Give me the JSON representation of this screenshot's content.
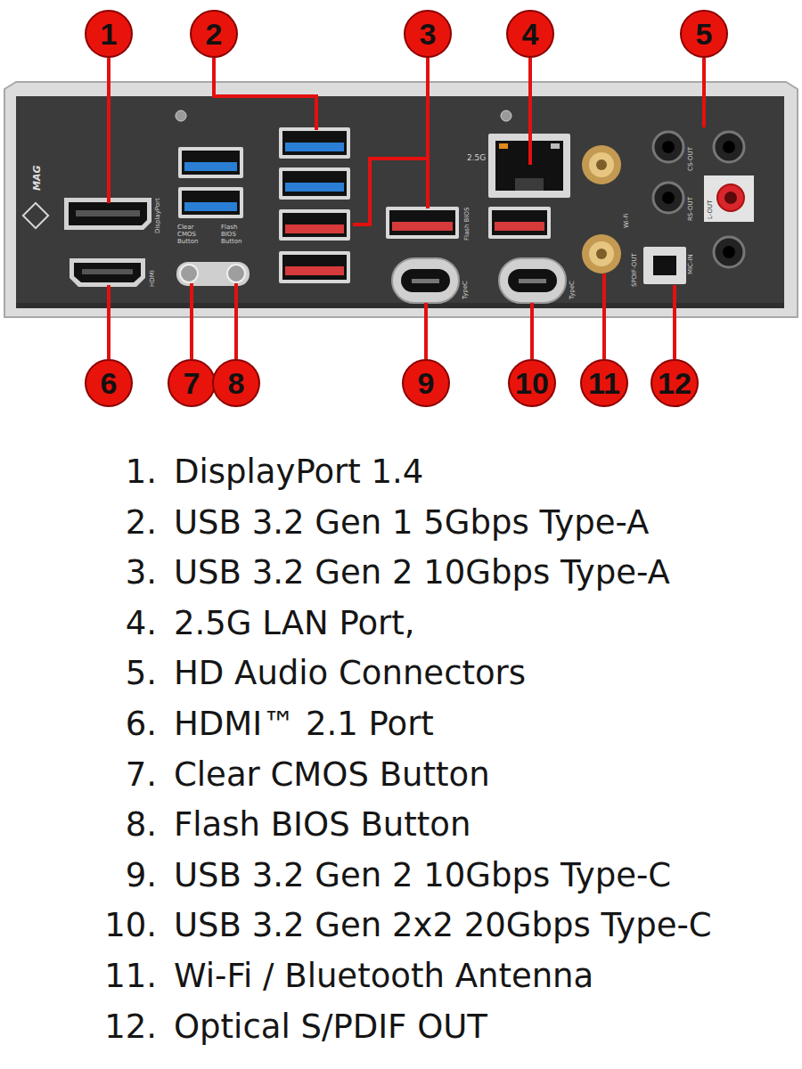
{
  "diagram": {
    "nodes": [
      {
        "text": [
          "1"
        ]
      },
      {
        "text": [
          "2"
        ]
      },
      {
        "text": [
          "3"
        ]
      },
      {
        "text": [
          "4"
        ]
      },
      {
        "text": [
          "5"
        ]
      },
      {
        "text": [
          "6"
        ]
      },
      {
        "text": [
          "7"
        ]
      },
      {
        "text": [
          "8"
        ]
      },
      {
        "text": [
          "9"
        ]
      },
      {
        "text": [
          "10"
        ]
      },
      {
        "text": [
          "11"
        ]
      },
      {
        "text": [
          "12"
        ]
      }
    ],
    "labels": [
      "MAG",
      "DisplayPort",
      "HDMI",
      "Clear CMOS Button",
      "Flash BIOS Button",
      "2.5G",
      "Wi-Fi",
      "CS-OUT",
      "RS-OUT",
      "SPDIF-OUT",
      "L-OUT",
      "MIC-IN",
      "TypeC",
      "Flash BIOS",
      "TypeC",
      "1.",
      "DisplayPort 1.4",
      "2.",
      "USB 3.2 Gen 1 5Gbps Type-A",
      "3.",
      "USB 3.2 Gen 2 10Gbps Type-A",
      "4.",
      "2.5G LAN Port,",
      "5.",
      "HD Audio Connectors",
      "6.",
      "HDMI™ 2.1 Port",
      "7.",
      "Clear CMOS Button",
      "8.",
      "Flash BIOS Button",
      "9.",
      "USB 3.2 Gen 2 10Gbps Type-C",
      "10.",
      "USB 3.2 Gen 2x2 20Gbps Type-C",
      "11.",
      "Wi-Fi / Bluetooth Antenna",
      "12.",
      "Optical S/PDIF OUT"
    ]
  }
}
